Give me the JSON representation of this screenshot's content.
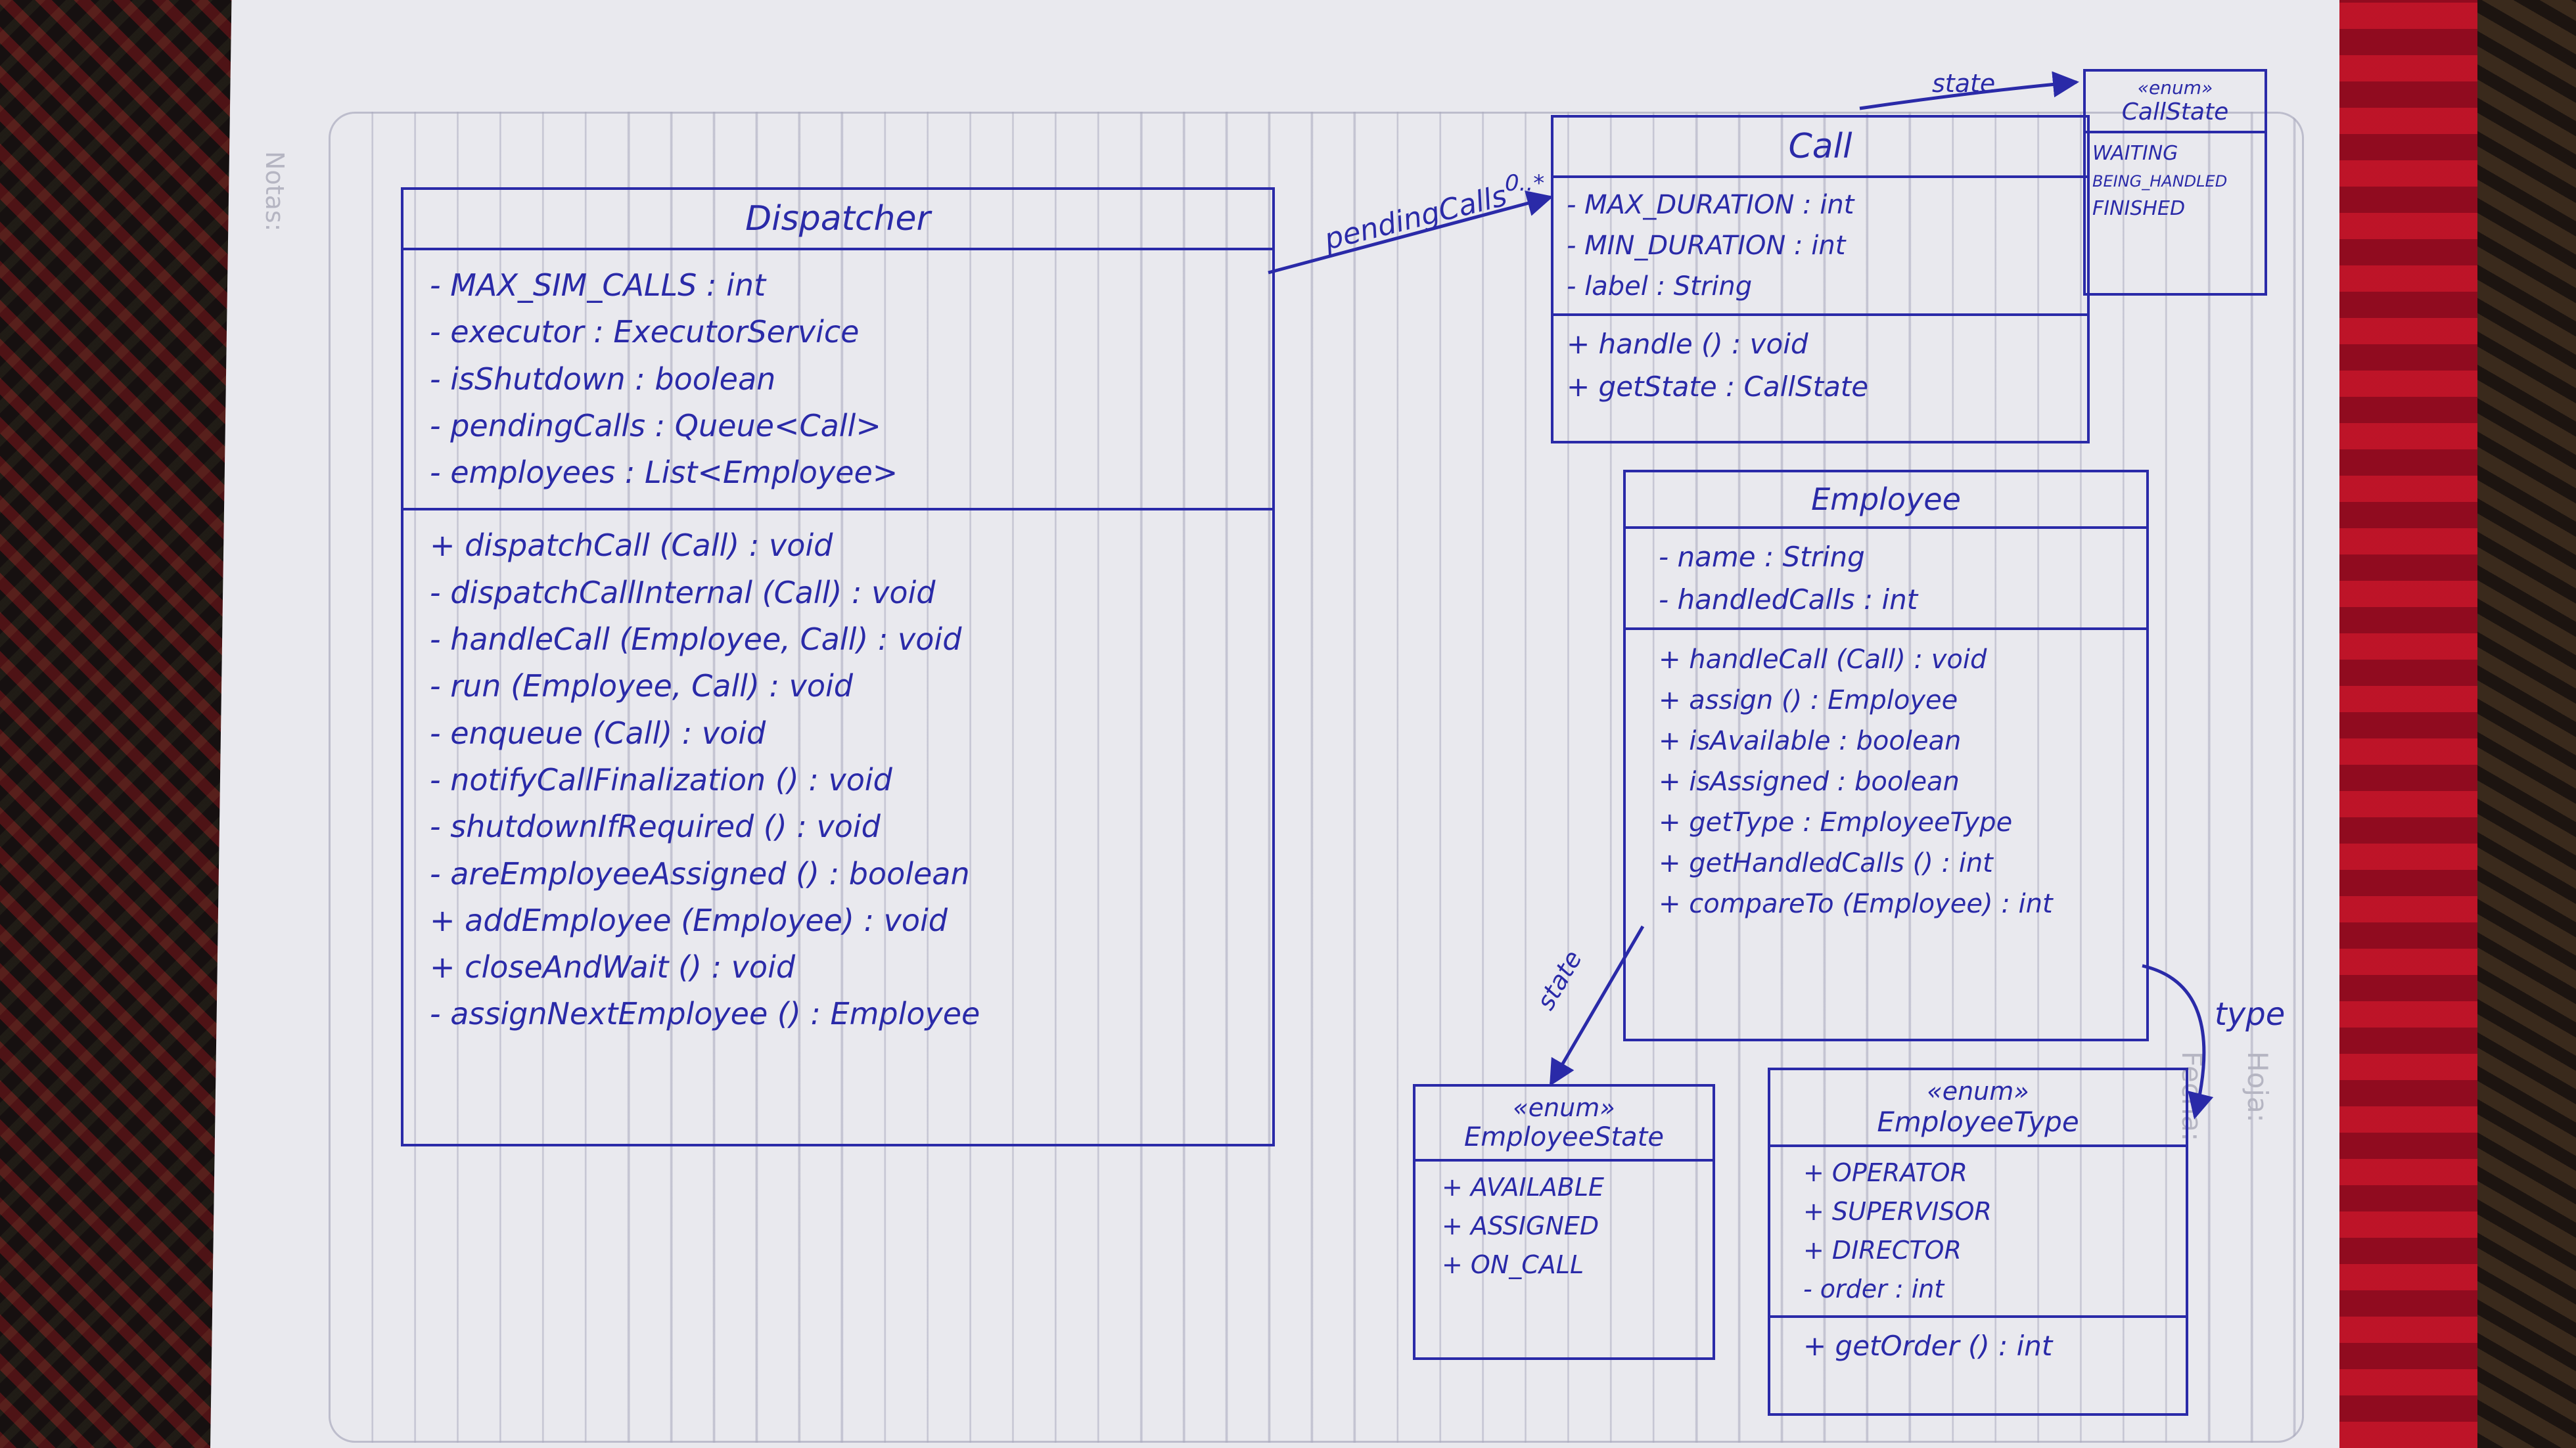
{
  "page_labels": {
    "notes": "Notas:",
    "hoja": "Hoja:",
    "fecha": "Fecha:"
  },
  "classes": {
    "dispatcher": {
      "name": "Dispatcher",
      "attributes": [
        "- MAX_SIM_CALLS : int",
        "- executor : ExecutorService",
        "- isShutdown : boolean",
        "- pendingCalls : Queue<Call>",
        "- employees : List<Employee>"
      ],
      "methods": [
        "+ dispatchCall (Call) : void",
        "- dispatchCallInternal (Call) : void",
        "- handleCall (Employee, Call) : void",
        "- run (Employee, Call) : void",
        "- enqueue (Call) : void",
        "- notifyCallFinalization () : void",
        "- shutdownIfRequired () : void",
        "- areEmployeeAssigned () : boolean",
        "+ addEmployee (Employee) : void",
        "+ closeAndWait () : void",
        "- assignNextEmployee () : Employee"
      ]
    },
    "call": {
      "name": "Call",
      "attributes": [
        "- MAX_DURATION : int",
        "- MIN_DURATION : int",
        "- label : String"
      ],
      "methods": [
        "+ handle () : void",
        "+ getState : CallState"
      ]
    },
    "call_state": {
      "stereotype": "«enum»",
      "name": "CallState",
      "values": [
        "WAITING",
        "BEING_HANDLED",
        "FINISHED"
      ]
    },
    "employee": {
      "name": "Employee",
      "attributes": [
        "- name : String",
        "- handledCalls : int"
      ],
      "methods": [
        "+ handleCall (Call) : void",
        "+ assign () : Employee",
        "+ isAvailable : boolean",
        "+ isAssigned : boolean",
        "+ getType : EmployeeType",
        "+ getHandledCalls () : int",
        "+ compareTo (Employee) : int"
      ]
    },
    "employee_state": {
      "stereotype": "«enum»",
      "name": "EmployeeState",
      "values": [
        "+ AVAILABLE",
        "+ ASSIGNED",
        "+ ON_CALL"
      ]
    },
    "employee_type": {
      "stereotype": "«enum»",
      "name": "EmployeeType",
      "values": [
        "+ OPERATOR",
        "+ SUPERVISOR",
        "+ DIRECTOR",
        "- order : int"
      ],
      "methods": [
        "+ getOrder () : int"
      ]
    }
  },
  "relations": {
    "pending_calls": {
      "label": "pendingCalls",
      "multiplicity": "0..*"
    },
    "state_call": {
      "label": "state"
    },
    "state_employee": {
      "label": "state"
    },
    "type": {
      "label": "type"
    }
  }
}
